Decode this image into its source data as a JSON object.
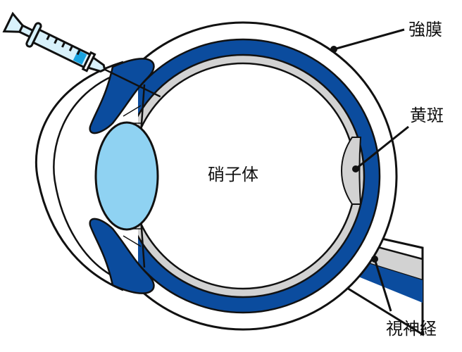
{
  "labels": {
    "sclera": "強膜",
    "macula": "黄斑",
    "vitreous": "硝子体",
    "optic_nerve": "視神経"
  },
  "colors": {
    "choroid_blue": "#0b4c9e",
    "retina_gray": "#d2d2d2",
    "lens_blue": "#8fd2f2",
    "syringe_fill": "#d8f1fb",
    "syringe_liquid": "#1aa3e0"
  }
}
